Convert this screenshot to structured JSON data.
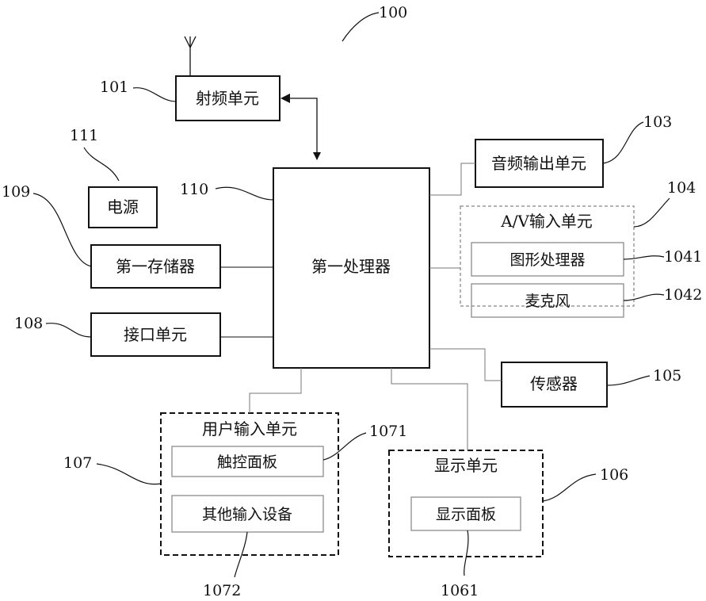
{
  "figure_number": "100",
  "rf_unit": {
    "ref": "101",
    "label": "射频单元"
  },
  "processor": {
    "ref": "110",
    "label": "第一处理器"
  },
  "power": {
    "ref": "111",
    "label": "电源"
  },
  "memory": {
    "ref": "109",
    "label": "第一存储器"
  },
  "interface_unit": {
    "ref": "108",
    "label": "接口单元"
  },
  "audio_output_unit": {
    "ref": "103",
    "label": "音频输出单元"
  },
  "av_input_unit": {
    "ref": "104",
    "label": "A/V输入单元"
  },
  "graphics_processor": {
    "ref": "1041",
    "label": "图形处理器"
  },
  "microphone": {
    "ref": "1042",
    "label": "麦克风"
  },
  "sensor": {
    "ref": "105",
    "label": "传感器"
  },
  "user_input_unit": {
    "ref": "107",
    "label": "用户输入单元"
  },
  "touch_panel": {
    "ref": "1071",
    "label": "触控面板"
  },
  "other_input_devices": {
    "ref": "1072",
    "label": "其他输入设备"
  },
  "display_unit": {
    "ref": "106",
    "label": "显示单元"
  },
  "display_panel": {
    "ref": "1061",
    "label": "显示面板"
  },
  "colors": {
    "stroke": "#111111",
    "dashed_gray": "#9a9a9a",
    "inner_box": "#8c8c8c"
  }
}
